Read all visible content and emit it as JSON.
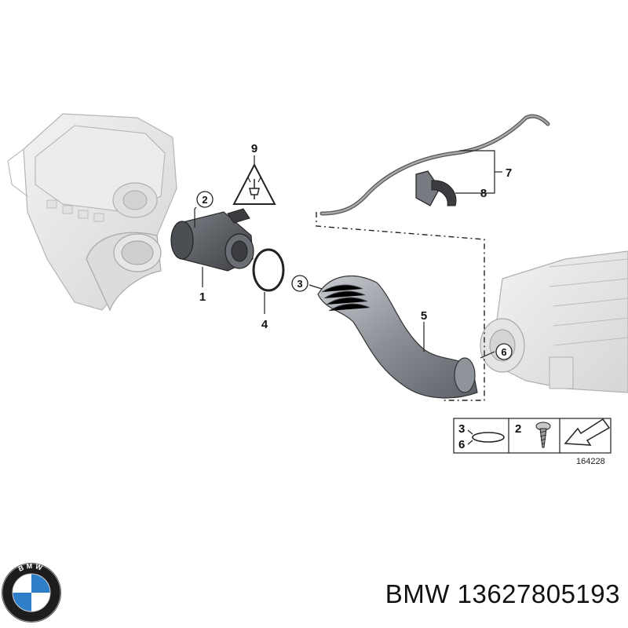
{
  "callouts": {
    "c1": "1",
    "c2": "2",
    "c3": "3",
    "c4": "4",
    "c5": "5",
    "c6": "6",
    "c7": "7",
    "c8": "8",
    "c9": "9"
  },
  "legend": {
    "n3": "3",
    "n6": "6",
    "n2": "2",
    "diagram_id": "164228"
  },
  "logo": {
    "text": "BMW"
  },
  "caption": {
    "text": "BMW 13627805193"
  },
  "colors": {
    "ghost_part": "#e6e6e6",
    "main_part": "#585b60",
    "hose": "#8f939a",
    "line": "#222222"
  },
  "icons": {
    "hazard": "electrical-connector-warning-icon",
    "legend_clamp": "hose-clamp-icon",
    "legend_screw": "screw-icon",
    "legend_arrow": "direction-arrow-icon"
  }
}
